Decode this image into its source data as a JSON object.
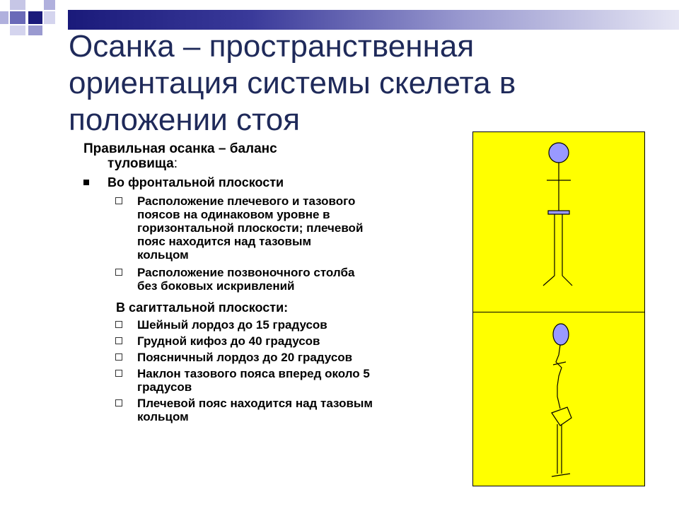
{
  "slide": {
    "title_lines": [
      "Осанка – пространственная",
      "ориентация системы скелета в",
      "положении стоя"
    ],
    "lead": {
      "line1": "Правильная осанка – баланс",
      "line2": "туловища",
      "colon": ":"
    },
    "frontal": {
      "heading": "Во фронтальной плоскости",
      "items": [
        [
          "Расположение плечевого и тазового",
          "поясов на одинаковом уровне в",
          "горизонтальной плоскости; плечевой",
          "пояс находится над тазовым",
          "кольцом"
        ],
        [
          "Расположение позвоночного столба",
          "без боковых искривлений"
        ]
      ]
    },
    "sagittal": {
      "heading": "В сагиттальной плоскости:",
      "items": [
        [
          "Шейный лордоз до 15 градусов"
        ],
        [
          "Грудной кифоз до 40 градусов"
        ],
        [
          "Поясничный лордоз до 20 градусов"
        ],
        [
          "Наклон тазового пояса вперед около 5",
          "градусов"
        ],
        [
          "Плечевой пояс находится над тазовым",
          "кольцом"
        ]
      ]
    }
  },
  "colors": {
    "title": "#1f2a5a",
    "panel": "#ffff00",
    "head": "#9999ff",
    "deco_dark": "#1a1a7a",
    "deco_light": "#b0b0dd"
  },
  "icons": {
    "bullet_l1": "filled-square",
    "bullet_l2": "hollow-square"
  }
}
